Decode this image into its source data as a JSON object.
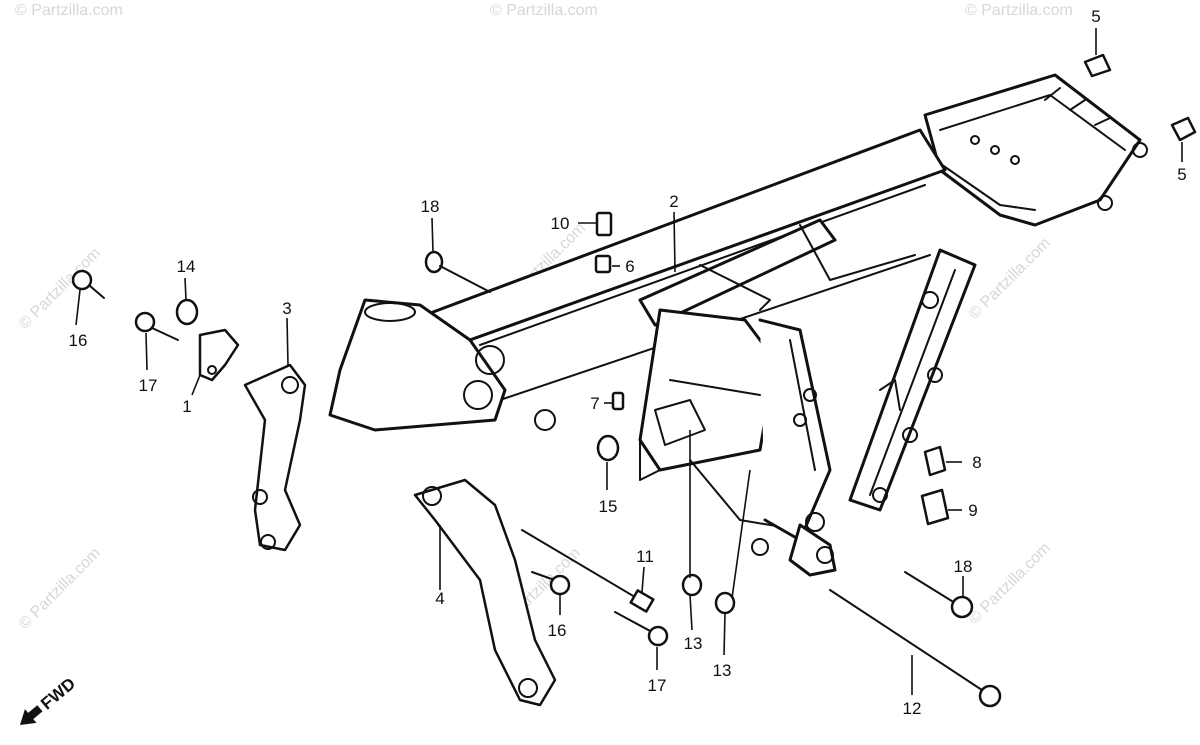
{
  "watermark": {
    "text": "© Partzilla.com"
  },
  "direction": {
    "label": "FWD"
  },
  "callouts": {
    "c1": "1",
    "c2": "2",
    "c3": "3",
    "c4": "4",
    "c5a": "5",
    "c5b": "5",
    "c6": "6",
    "c7": "7",
    "c8": "8",
    "c9": "9",
    "c10": "10",
    "c11": "11",
    "c12": "12",
    "c13a": "13",
    "c13b": "13",
    "c14": "14",
    "c15": "15",
    "c16a": "16",
    "c16b": "16",
    "c17a": "17",
    "c17b": "17",
    "c18a": "18",
    "c18b": "18"
  }
}
